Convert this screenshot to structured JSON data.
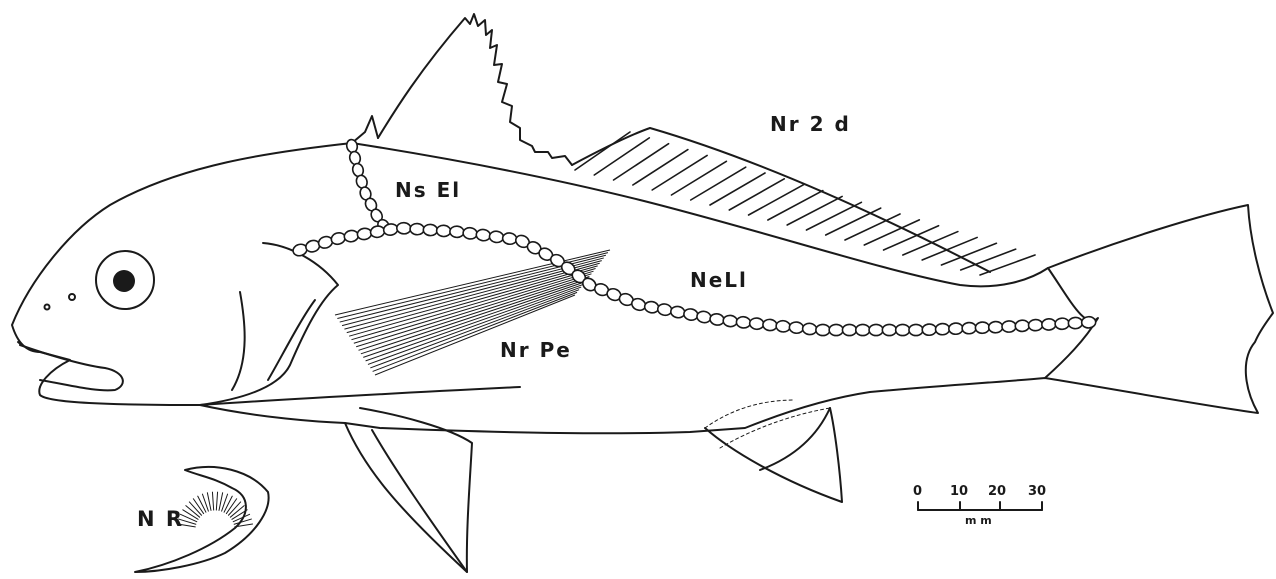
{
  "labels": {
    "second_dorsal": "Nr 2 d",
    "epaxial": "Ns El",
    "lateral_line": "NeLl",
    "pectoral": "Nr Pe",
    "gill_raker": "N R"
  },
  "scale_bar": {
    "ticks": [
      "0",
      "10",
      "20",
      "30"
    ],
    "unit": "m m"
  }
}
